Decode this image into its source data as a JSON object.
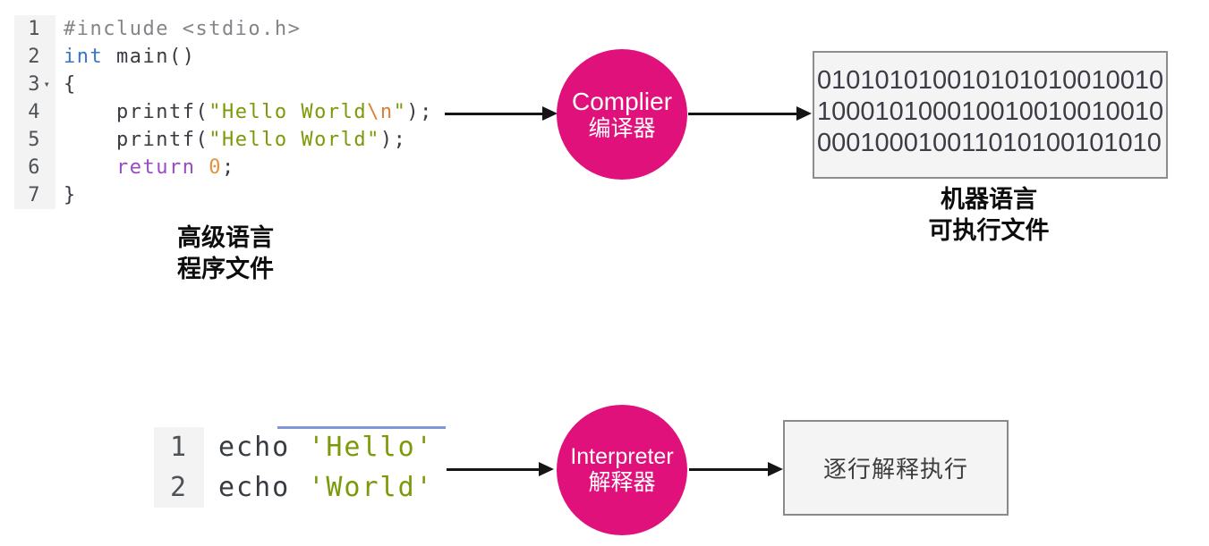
{
  "top": {
    "code": {
      "lines": [
        {
          "num": "1",
          "fold": "",
          "tokens": [
            {
              "t": "#include <stdio.h>",
              "s": "comment"
            }
          ]
        },
        {
          "num": "2",
          "fold": "",
          "tokens": [
            {
              "t": "int",
              "s": "kw"
            },
            {
              "t": " main()",
              "s": "plain"
            }
          ]
        },
        {
          "num": "3",
          "fold": "▾",
          "tokens": [
            {
              "t": "{",
              "s": "plain"
            }
          ]
        },
        {
          "num": "4",
          "fold": "",
          "tokens": [
            {
              "t": "    printf(",
              "s": "plain"
            },
            {
              "t": "\"Hello World",
              "s": "str"
            },
            {
              "t": "\\n",
              "s": "esc"
            },
            {
              "t": "\"",
              "s": "str"
            },
            {
              "t": ");",
              "s": "plain"
            }
          ]
        },
        {
          "num": "5",
          "fold": "",
          "tokens": [
            {
              "t": "    printf(",
              "s": "plain"
            },
            {
              "t": "\"Hello World\"",
              "s": "str"
            },
            {
              "t": ");",
              "s": "plain"
            }
          ]
        },
        {
          "num": "6",
          "fold": "",
          "tokens": [
            {
              "t": "    ",
              "s": "plain"
            },
            {
              "t": "return",
              "s": "ret"
            },
            {
              "t": " ",
              "s": "plain"
            },
            {
              "t": "0",
              "s": "num"
            },
            {
              "t": ";",
              "s": "plain"
            }
          ]
        },
        {
          "num": "7",
          "fold": "",
          "tokens": [
            {
              "t": "}",
              "s": "plain"
            }
          ]
        }
      ]
    },
    "source_label": {
      "line1": "高级语言",
      "line2": "程序文件"
    },
    "processor": {
      "title": "Complier",
      "subtitle": "编译器"
    },
    "machine_box": {
      "lines": [
        "010101010010101010010010",
        "100010100010010010010010",
        "000100010011010100101010"
      ]
    },
    "machine_label": {
      "line1": "机器语言",
      "line2": "可执行文件"
    }
  },
  "bottom": {
    "code": {
      "lines": [
        {
          "num": "1",
          "fold": "",
          "tokens": [
            {
              "t": "echo ",
              "s": "plain"
            },
            {
              "t": "'Hello'",
              "s": "str"
            }
          ]
        },
        {
          "num": "2",
          "fold": "",
          "tokens": [
            {
              "t": "echo ",
              "s": "plain"
            },
            {
              "t": "'World'",
              "s": "str"
            }
          ]
        }
      ]
    },
    "processor": {
      "title": "Interpreter",
      "subtitle": "解释器"
    },
    "output_box": {
      "text": "逐行解释执行"
    }
  },
  "colors": {
    "accent_pink": "#e1117b",
    "string_green": "#7b9a07",
    "keyword_blue": "#3a76c3",
    "escape_orange": "#dd7f33",
    "return_purple": "#9b49c4",
    "number_orange": "#e8913c",
    "comment_gray": "#82868b",
    "box_fill": "#f4f4f4",
    "box_border": "#8d8d8d",
    "arrow_black": "#151515",
    "overline_blue": "#7d97d8"
  }
}
